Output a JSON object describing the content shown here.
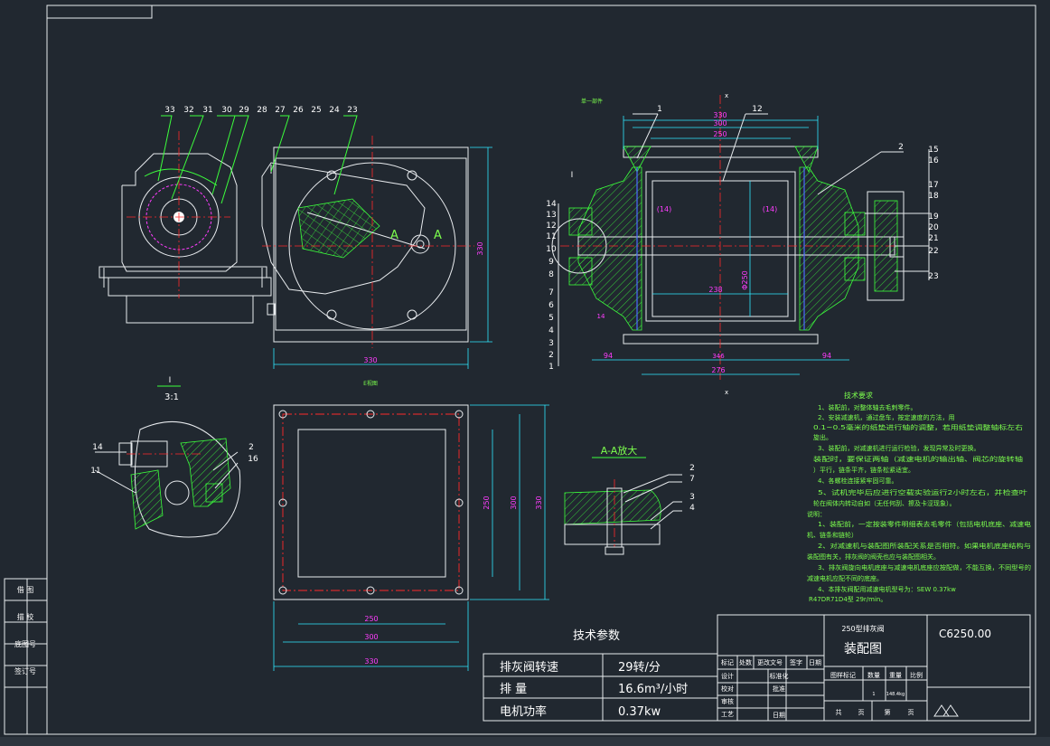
{
  "drawing_number": "C6250.00",
  "title_block": {
    "product_name": "250型排灰阀",
    "drawing_type": "装配图",
    "row_headers": [
      "标记",
      "处数",
      "更改文号",
      "签字",
      "日期"
    ],
    "roles": [
      "设计",
      "校对",
      "审核",
      "工艺"
    ],
    "roles_right": [
      "标准化",
      "批准"
    ],
    "date_label": "日期",
    "stage_headers": [
      "图样标记",
      "数量",
      "重量",
      "比例"
    ],
    "stage_values": [
      "1",
      "148.4kg"
    ],
    "sheet_labels": [
      "共",
      "页",
      "第",
      "页"
    ]
  },
  "left_stamps": [
    "借 图",
    "描 校",
    "底图号",
    "签订号"
  ],
  "tech_params": {
    "title": "技术参数",
    "rows": [
      {
        "label": "排灰阀转速",
        "value": "29转/分"
      },
      {
        "label": "排 量",
        "value": "16.6m³/小时"
      },
      {
        "label": "电机功率",
        "value": "0.37kw"
      }
    ]
  },
  "tech_requirements": {
    "title": "技术要求",
    "lines": [
      "1、装配前，对整体轴去毛刺零件。",
      "2、安装减速机，通过盘车，按定速度的方法，用",
      "0.1~0.5毫米的纸垫进行轴的调整，若用纸垫调整轴标左右",
      "旋出。",
      "3、装配前，对减速机进行运行检验，发现异常及时更换。",
      "装配时，要保证两轴（减速电机的输出轴、阀芯的旋转轴",
      "）平行，链条平齐，链条松紧适宜。",
      "4、各螺栓连接紧牢固可靠。",
      "5、试机完毕后应进行空载实验运行2小时左右，并检查叶",
      "轮在阀体内转动自如（无任何刮、擦及卡涩现象）。",
      "说明：",
      "1、装配前，一定按装零件明细表去毛零件（包括电机底座、减速电",
      "机、链条和链轮）",
      "2、对减速机与装配图所装配关系是否相符。如果电机底座结构与",
      "装配图有关，排灰阀的阀壳也应与装配图相关。",
      "3、排灰阀旋向电机底座与减速电机底座应按配做，不能互换，不同型号的",
      "减速电机应配不同的底座。",
      "4、本排灰阀配用减速电机型号为：SEW 0.37kw",
      "R47DR71D4型 29r/min。"
    ]
  },
  "view_labels": {
    "detail_1": "I",
    "detail_scale": "3:1",
    "section_aa": "A-A放大",
    "bottom_view_note": "E视图",
    "section_mark_x": "x",
    "section_a": "A"
  },
  "left_view": {
    "callouts_top": [
      "33",
      "32",
      "31",
      "30",
      "29",
      "28",
      "27",
      "26",
      "25",
      "24",
      "23"
    ],
    "dim_width": "330",
    "dim_height": "330"
  },
  "section_view": {
    "callouts_left": [
      "14",
      "13",
      "12",
      "11",
      "10",
      "9",
      "8",
      "7",
      "6",
      "5",
      "4",
      "3",
      "2",
      "1"
    ],
    "callouts_right": [
      "15",
      "16",
      "17",
      "18",
      "19",
      "20",
      "21",
      "22",
      "23"
    ],
    "top_callouts": [
      "1",
      "12",
      "2"
    ],
    "dims_top": [
      "330",
      "300",
      "250"
    ],
    "dims_bottom": [
      "94",
      "346",
      "276",
      "94"
    ],
    "dim_inner": "238",
    "dim_dia": "Φ250",
    "dim_14a": "(14)",
    "dim_14b": "(14)",
    "dim_14c": "14",
    "note_label": "单一部件",
    "detail_mark": "I"
  },
  "detail_view": {
    "callouts_left": [
      "14",
      "11"
    ],
    "callouts_right": [
      "2",
      "16"
    ]
  },
  "aa_view": {
    "callouts": [
      "2",
      "7",
      "3",
      "4"
    ]
  },
  "bottom_view": {
    "dims_right": [
      "250",
      "300",
      "330"
    ],
    "dims_bottom": [
      "250",
      "300",
      "330"
    ]
  }
}
